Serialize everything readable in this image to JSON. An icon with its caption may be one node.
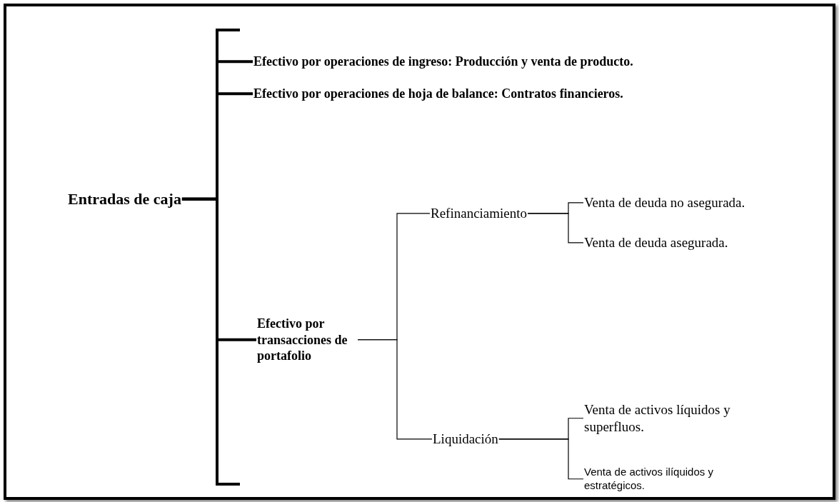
{
  "diagram": {
    "nodes": [
      {
        "text": [
          "Entradas de caja"
        ]
      },
      {
        "text": [
          "Efectivo por operaciones de ingreso: Producción y venta de producto."
        ]
      },
      {
        "text": [
          "Efectivo por operaciones de hoja de balance: Contratos financieros."
        ]
      },
      {
        "text": [
          "Efectivo por transacciones de portafolio"
        ]
      },
      {
        "text": [
          "Refinanciamiento"
        ]
      },
      {
        "text": [
          "Venta de deuda no asegurada."
        ]
      },
      {
        "text": [
          "Venta de deuda asegurada."
        ]
      },
      {
        "text": [
          "Liquidación"
        ]
      },
      {
        "text": [
          "Venta de activos líquidos y superfluos."
        ]
      },
      {
        "text": [
          "Venta de activos ilíquidos y estratégicos."
        ]
      }
    ],
    "edges": [
      {
        "from": 0,
        "to": 1,
        "arrow": "none",
        "style": "thick"
      },
      {
        "from": 0,
        "to": 2,
        "arrow": "none",
        "style": "thick"
      },
      {
        "from": 0,
        "to": 3,
        "arrow": "none",
        "style": "thick"
      },
      {
        "from": 3,
        "to": 4,
        "arrow": "none"
      },
      {
        "from": 3,
        "to": 7,
        "arrow": "none"
      },
      {
        "from": 4,
        "to": 5,
        "arrow": "none"
      },
      {
        "from": 4,
        "to": 6,
        "arrow": "none"
      },
      {
        "from": 7,
        "to": 8,
        "arrow": "none"
      },
      {
        "from": 7,
        "to": 9,
        "arrow": "none"
      }
    ]
  }
}
